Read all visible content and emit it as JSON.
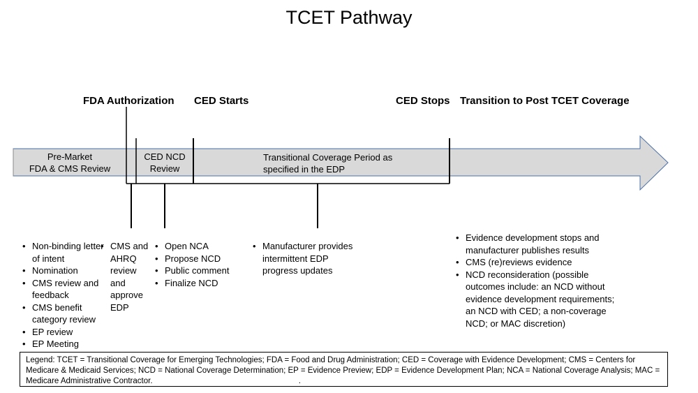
{
  "title": "TCET Pathway",
  "milestones": {
    "fda_authorization": "FDA Authorization",
    "ced_starts": "CED Starts",
    "ced_stops": "CED Stops",
    "post_tcet": "Transition to Post TCET Coverage"
  },
  "arrow_segments": {
    "premarket": [
      "Pre-Market",
      "FDA & CMS Review"
    ],
    "ced_ncd": [
      "CED NCD",
      "Review"
    ],
    "transitional": [
      "Transitional Coverage Period as",
      "specified in the EDP"
    ]
  },
  "lists": {
    "premarket": [
      "Non-binding letter of intent",
      "Nomination",
      "CMS review and feedback",
      "CMS benefit category review",
      "EP review",
      "EP Meeting"
    ],
    "cms_ahrq": [
      "CMS and AHRQ review and approve EDP"
    ],
    "ncd": [
      "Open NCA",
      "Propose NCD",
      "Public comment",
      "Finalize NCD"
    ],
    "manufacturer": [
      "Manufacturer provides intermittent EDP progress updates"
    ],
    "post": [
      "Evidence development stops and manufacturer publishes results",
      "CMS (re)reviews evidence",
      "NCD reconsideration (possible outcomes include: an NCD without evidence development requirements; an NCD with CED; a non-coverage NCD; or MAC discretion)"
    ]
  },
  "legend": "Legend:  TCET = Transitional Coverage for Emerging Technologies; FDA = Food and Drug Administration; CED = Coverage with Evidence Development; CMS = Centers for Medicare & Medicaid Services; NCD = National Coverage Determination; EP = Evidence Preview; EDP = Evidence Development Plan; NCA = National Coverage Analysis; MAC = Medicare Administrative Contractor.",
  "legend_mark": ".",
  "colors": {
    "arrow_fill": "#d9d9d9",
    "arrow_head_stroke": "#4a6fa5",
    "line": "#000000"
  }
}
